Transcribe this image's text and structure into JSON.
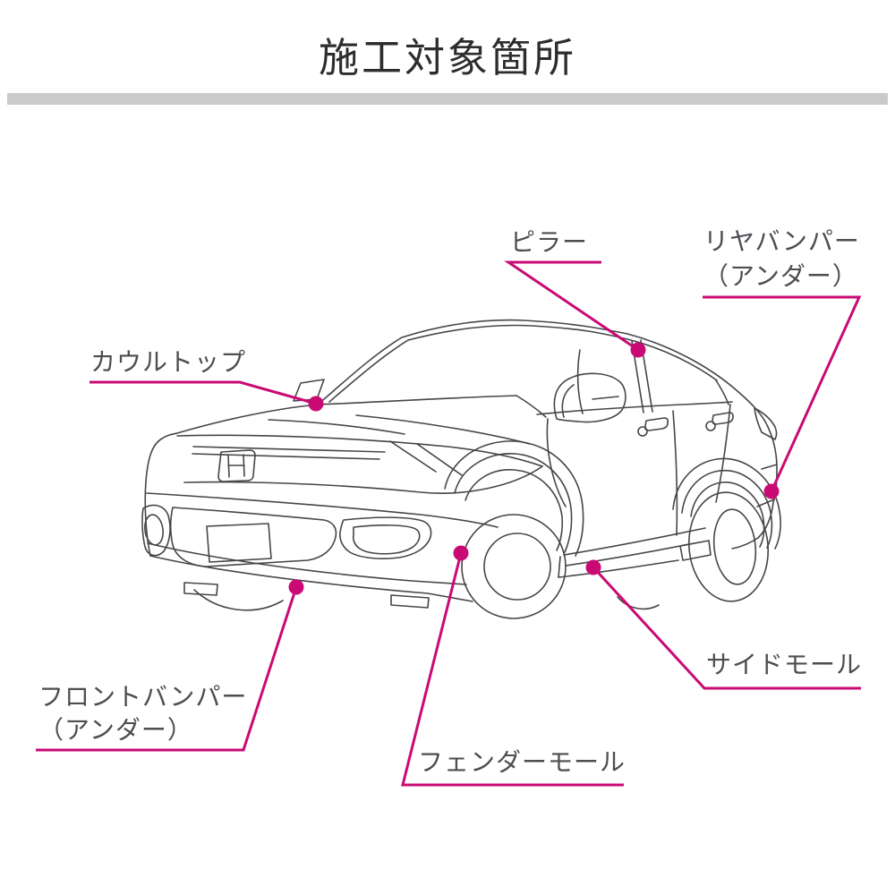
{
  "title": "施工対象箇所",
  "colors": {
    "accent": "#ca0a74",
    "divider": "#cacaca",
    "car_line": "#46464a",
    "label_text": "#4d4d52",
    "title_text": "#2d2d30"
  },
  "parts": {
    "cowl_top": {
      "label": "カウルトップ"
    },
    "pillar": {
      "label": "ピラー"
    },
    "rear_bumper_under": {
      "label": "リヤバンパー",
      "label2": "（アンダー）"
    },
    "front_bumper_under": {
      "label": "フロントバンパー",
      "label2": "（アンダー）"
    },
    "fender_moll": {
      "label": "フェンダーモール"
    },
    "side_moll": {
      "label": "サイドモール"
    }
  }
}
